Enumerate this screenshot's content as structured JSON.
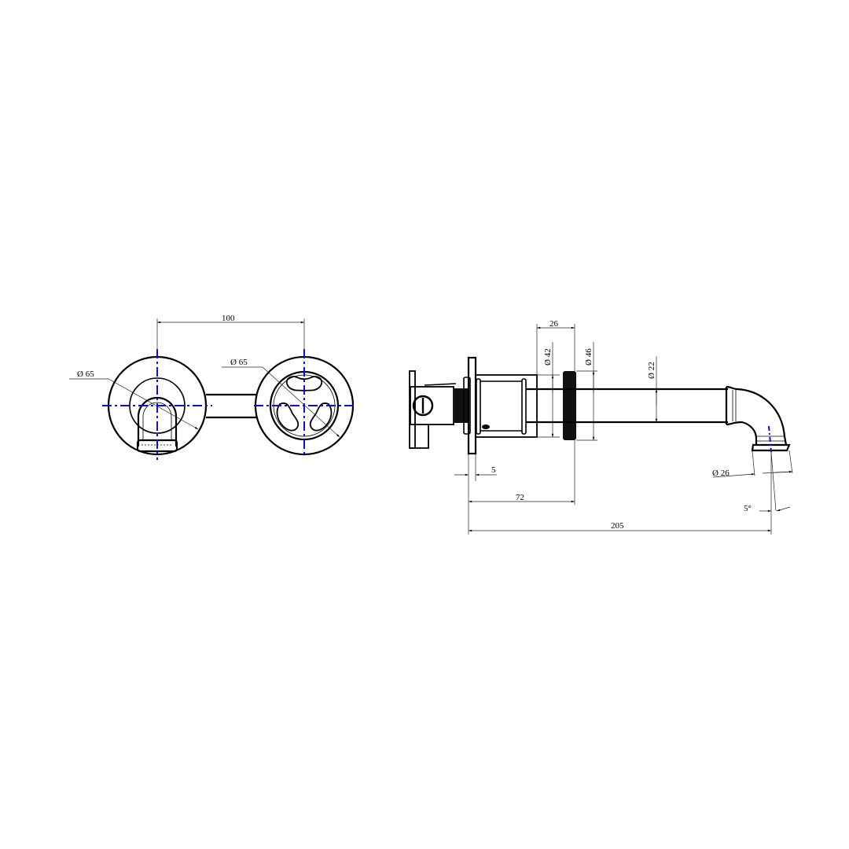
{
  "drawing": {
    "front_view": {
      "center_distance": "100",
      "spout_plate_diameter": "Ø 65",
      "handle_plate_diameter": "Ø 65"
    },
    "side_view": {
      "sleeve_length": "26",
      "sleeve_diameter": "Ø 42",
      "flange_diameter": "Ø 46",
      "spout_pipe_diameter": "Ø 22",
      "outlet_diameter": "Ø 26",
      "plate_thickness": "5",
      "wall_to_flange": "72",
      "total_projection": "205",
      "outlet_angle": "5°"
    },
    "colors": {
      "line": "#000000",
      "centerline": "#1010c8",
      "background": "#ffffff"
    }
  }
}
